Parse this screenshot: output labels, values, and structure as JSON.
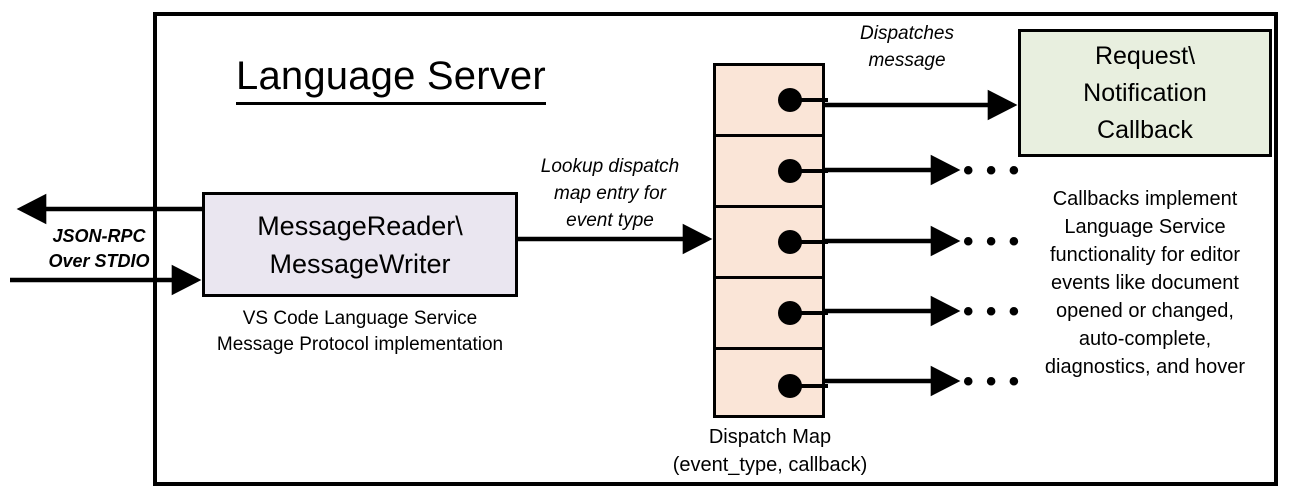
{
  "diagram": {
    "title": "Language Server",
    "outer_border_color": "#000000",
    "background": "#ffffff"
  },
  "io": {
    "label_line1": "JSON-RPC",
    "label_line2": "Over STDIO",
    "label_full": "JSON-RPC Over STDIO"
  },
  "message_box": {
    "line1": "MessageReader\\",
    "line2": "MessageWriter",
    "fill": "#eae6f0",
    "caption_line1": "VS Code Language Service",
    "caption_line2": "Message Protocol implementation"
  },
  "lookup": {
    "line1": "Lookup dispatch",
    "line2": "map entry for",
    "line3": "event type"
  },
  "dispatch_map": {
    "fill": "#fae5d7",
    "caption_line1": "Dispatch Map",
    "caption_line2": "(event_type, callback)",
    "rows": [
      {
        "id": "row-1",
        "dot": "callback-dot"
      },
      {
        "id": "row-2",
        "dot": "callback-dot"
      },
      {
        "id": "row-3",
        "dot": "callback-dot"
      },
      {
        "id": "row-4",
        "dot": "callback-dot"
      },
      {
        "id": "row-5",
        "dot": "callback-dot"
      }
    ]
  },
  "dispatches": {
    "line1": "Dispatches",
    "line2": "message"
  },
  "callback_box": {
    "line1": "Request\\",
    "line2": "Notification",
    "line3": "Callback",
    "fill": "#e8efdf",
    "caption": [
      "Callbacks implement",
      "Language Service",
      "functionality for editor",
      "events like document",
      "opened or changed,",
      "auto-complete,",
      "diagnostics, and hover"
    ]
  },
  "ellipses": {
    "glyph": "• • •",
    "count": 4
  }
}
